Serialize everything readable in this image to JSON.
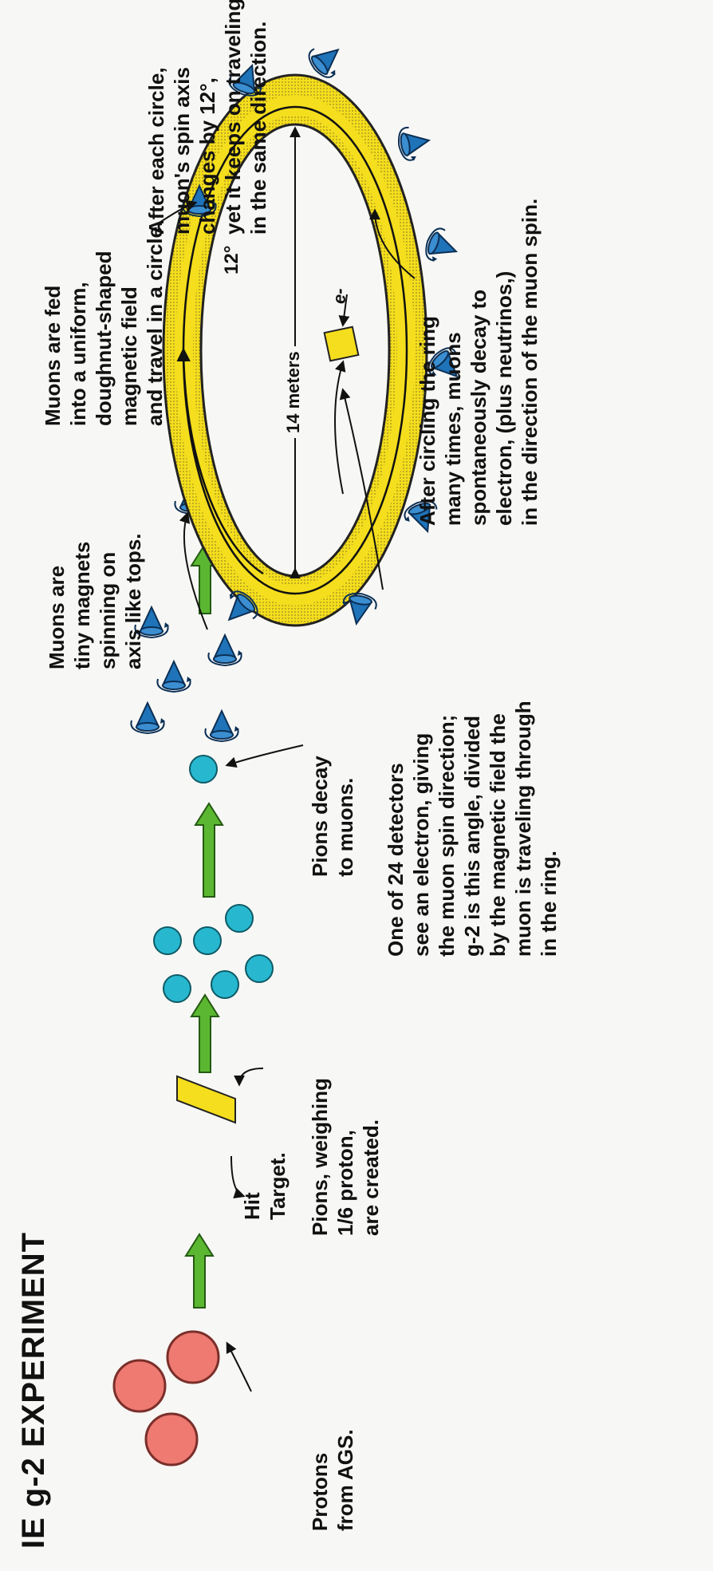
{
  "title": "IE g-2 EXPERIMENT",
  "captions": {
    "protons": "Protons\nfrom AGS.",
    "hit_target": "Hit\nTarget.",
    "pions_created": "Pions, weighing\n1/6 proton,\nare created.",
    "pions_decay": "Pions decay\nto muons.",
    "muons_magnets": "Muons are\ntiny magnets\nspinning on\naxis like tops.",
    "muons_fed": "Muons are fed\ninto a uniform,\ndoughnut-shaped\nmagnetic field\nand travel in a circle.",
    "spin_axis": "After each circle,\nmuon's spin axis\nchanges by 12°,\nyet it keeps on traveling\nin the same direction.",
    "detectors": "One of 24 detectors\nsee an electron, giving\nthe muon spin direction;\ng-2 is this angle, divided\nby the magnetic field the\nmuon is traveling through\nin the ring.",
    "decay": "After circling the ring\nmany times, muons\nspontaneously decay to\nelectron, (plus neutrinos,)\nin the direction of the muon spin."
  },
  "ring_labels": {
    "diameter": "14 meters",
    "angle": "12°",
    "electron": "e-"
  },
  "colors": {
    "proton": "#ef7a72",
    "pion": "#27b8cf",
    "muon": "#1f73b8",
    "arrow": "#5bb731",
    "ring": "#f5de1d",
    "target": "#f5de1d"
  }
}
